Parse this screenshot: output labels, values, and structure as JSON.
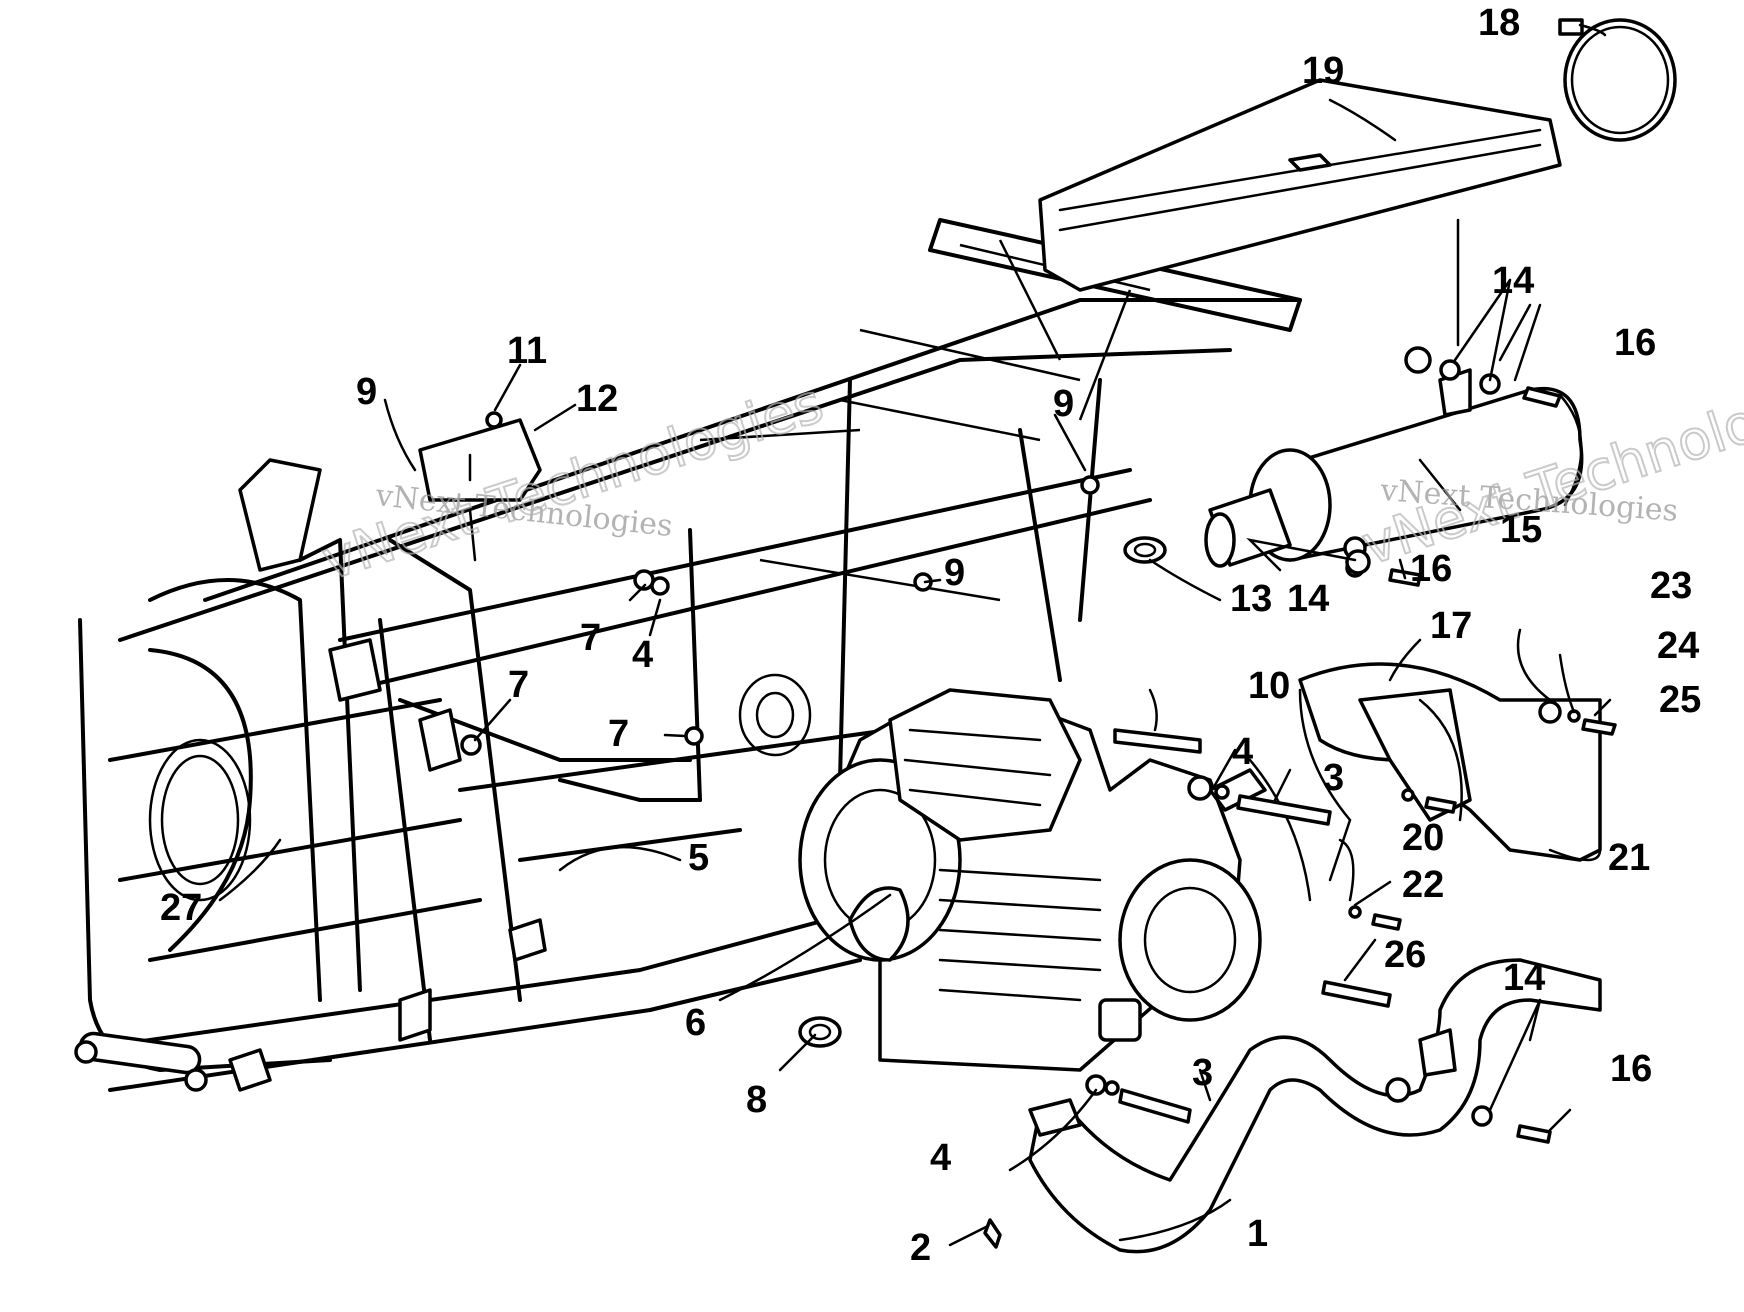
{
  "diagram": {
    "callouts": [
      "1",
      "2",
      "3",
      "3",
      "4",
      "4",
      "4",
      "5",
      "6",
      "7",
      "7",
      "7",
      "8",
      "9",
      "9",
      "9",
      "10",
      "11",
      "12",
      "13",
      "14",
      "14",
      "14",
      "15",
      "16",
      "16",
      "16",
      "17",
      "18",
      "19",
      "20",
      "21",
      "22",
      "23",
      "24",
      "25",
      "26",
      "27"
    ],
    "watermarks": [
      "vNext Technologies",
      "vNext Technologies",
      "vNext Technologies",
      "vNext Technologies"
    ]
  }
}
